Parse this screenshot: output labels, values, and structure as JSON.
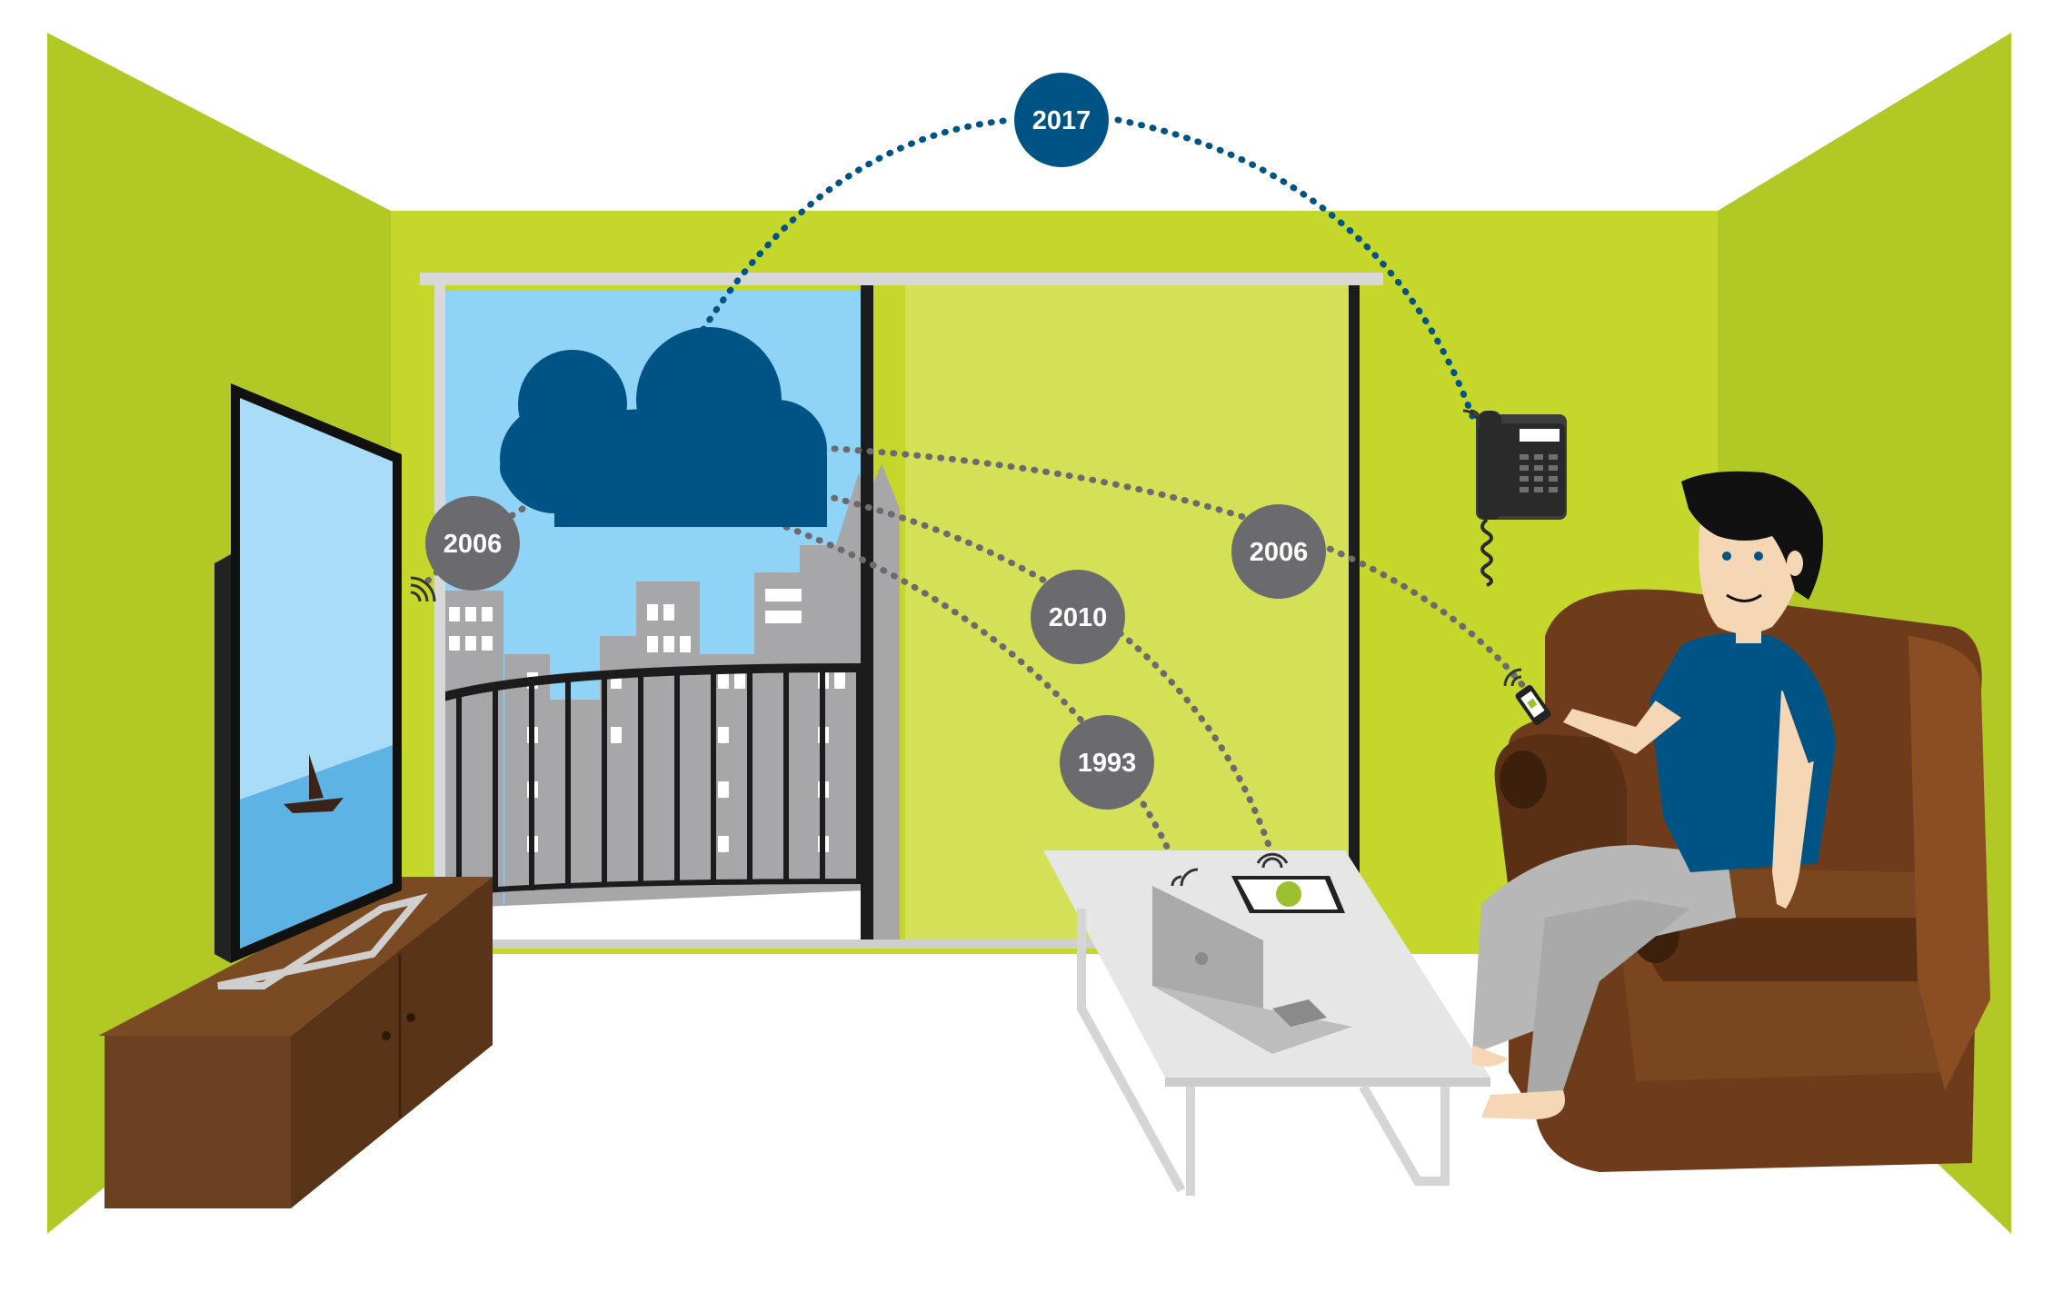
{
  "badges": {
    "top": "2017",
    "tv": "2006",
    "phone": "2006",
    "tablet": "2010",
    "laptop": "1993"
  },
  "colors": {
    "wall_side": "#b2c824",
    "wall_back": "#c5d72b",
    "door_panel": "#d4e157",
    "cloud": "#005485",
    "badge_grey": "#6b6b6f",
    "badge_blue": "#005485",
    "sofa": "#6e3c1a",
    "cabinet": "#6b4020",
    "sky": "#8fd3f7",
    "building": "#a7a7aa",
    "floor": "#ffffff"
  },
  "icons": {
    "cloud": "cloud-icon",
    "tv": "tv-icon",
    "desk_phone": "desk-phone-icon",
    "smartphone": "smartphone-icon",
    "tablet": "tablet-icon",
    "laptop": "laptop-icon",
    "wifi": "wifi-icon"
  }
}
